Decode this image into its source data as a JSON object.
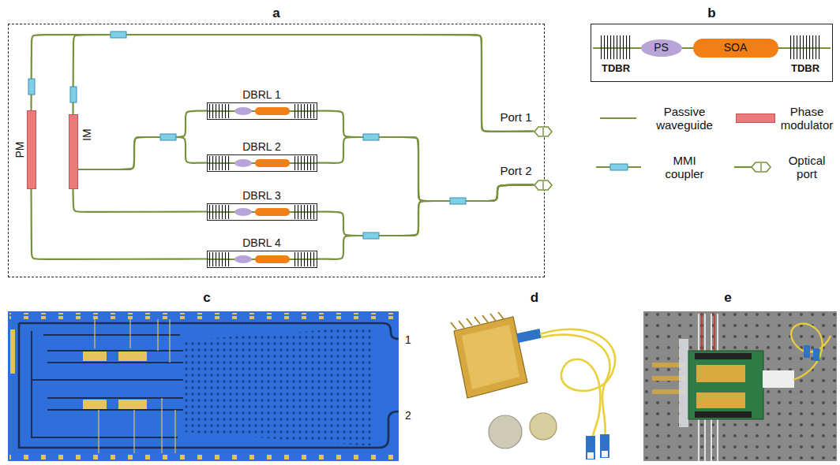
{
  "diagram": {
    "nodes": [
      {
        "text": [
          "a"
        ]
      },
      {
        "text": [
          "PM"
        ],
        "in": 0
      },
      {
        "text": [
          "IM"
        ],
        "in": 0
      },
      {
        "text": [
          "DBRL 1"
        ],
        "in": 0
      },
      {
        "text": [
          "DBRL 2"
        ],
        "in": 0
      },
      {
        "text": [
          "DBRL 3"
        ],
        "in": 0
      },
      {
        "text": [
          "DBRL 4"
        ],
        "in": 0
      },
      {
        "text": [
          "Port 1"
        ],
        "in": 0
      },
      {
        "text": [
          "Port 2"
        ],
        "in": 0
      },
      {
        "text": [
          "b"
        ]
      },
      {
        "text": [
          "PS"
        ],
        "in": 9
      },
      {
        "text": [
          "SOA"
        ],
        "in": 9
      }
    ],
    "edges": [
      {
        "from": 3,
        "to": 2,
        "arrow": "none"
      },
      {
        "from": 4,
        "to": 2,
        "arrow": "none"
      },
      {
        "from": 5,
        "to": 2,
        "arrow": "none"
      },
      {
        "from": 6,
        "to": 1,
        "arrow": "none"
      },
      {
        "from": 1,
        "to": 7,
        "arrow": "none"
      },
      {
        "from": 2,
        "to": 7,
        "arrow": "none"
      },
      {
        "from": 3,
        "to": 8,
        "arrow": "none"
      },
      {
        "from": 4,
        "to": 8,
        "arrow": "none"
      },
      {
        "from": 5,
        "to": 8,
        "arrow": "none"
      },
      {
        "from": 6,
        "to": 8,
        "arrow": "none"
      }
    ],
    "labels": [
      "TDBR",
      "TDBR",
      "c",
      "1",
      "2",
      "d",
      "e"
    ],
    "legend": [
      {
        "text": "Passive waveguide"
      },
      {
        "text": "Phase modulator",
        "color": "#ec7a7a"
      },
      {
        "text": "MMI coupler"
      },
      {
        "text": "Optical port"
      }
    ]
  }
}
